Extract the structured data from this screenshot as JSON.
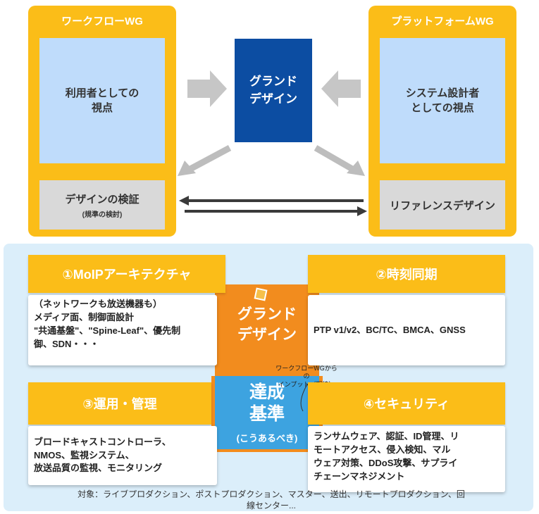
{
  "top": {
    "workflow_wg": {
      "title": "ワークフローWG",
      "viewpoint": "利用者としての\n視点",
      "verify_title": "デザインの検証",
      "verify_sub": "(規準の検討)"
    },
    "grand_design": "グランド\nデザイン",
    "platform_wg": {
      "title": "プラットフォームWG",
      "viewpoint": "システム設計者\nとしての視点",
      "reference": "リファレンスデザイン"
    }
  },
  "bottom": {
    "center_top": "グランド\nデザイン",
    "center_bottom_main": "達成\n基準",
    "center_bottom_sub": "(こうあるべき)",
    "handwritten_note": "ワークフローWGから\nの\nインプット（期待）",
    "sections": [
      {
        "title": "①MoIPアーキテクチャ",
        "body": "（ネットワークも放送機器も）\nメディア面、制御面設計\n\"共通基盤\"、\"Spine-Leaf\"、優先制\n御、SDN・・・"
      },
      {
        "title": "②時刻同期",
        "body": "PTP v1/v2、BC/TC、BMCA、GNSS"
      },
      {
        "title": "③運用・管理",
        "body": "ブロードキャストコントローラ、\nNMOS、監視システム、\n放送品質の監視、モニタリング"
      },
      {
        "title": "④セキュリティ",
        "body": "ランサムウェア、認証、ID管理、リ\nモートアクセス、侵入検知、マル\nウェア対策、DDoS攻撃、サプライ\nチェーンマネジメント"
      }
    ],
    "footer": "対象：ライブプロダクション、ポストプロダクション、マスター、送出、リモートプロダクション、回\n線センター..."
  },
  "colors": {
    "wg_yellow": "#fbbd18",
    "grand_design_blue": "#0c4da2",
    "orange": "#f28c1e",
    "light_blue_box": "#bfdcfb",
    "achievement_blue": "#3da3e0",
    "panel_bg": "#dbeefa"
  }
}
